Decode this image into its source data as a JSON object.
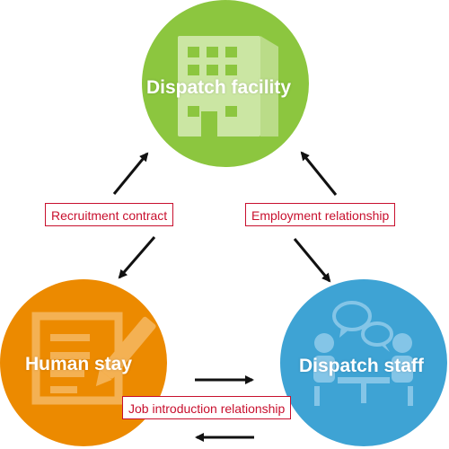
{
  "nodes": {
    "facility": {
      "label": "Dispatch facility",
      "color": "#8cc63f",
      "icon": "building-icon"
    },
    "human": {
      "label": "Human stay",
      "color": "#ec8a00",
      "icon": "document-pen-icon"
    },
    "staff": {
      "label": "Dispatch staff",
      "color": "#3ea3d4",
      "icon": "meeting-people-icon"
    }
  },
  "edges": {
    "recruitment": "Recruitment contract",
    "employment": "Employment relationship",
    "job_intro": "Job introduction relationship"
  },
  "colors": {
    "label_border": "#c8102e",
    "arrow": "#111111"
  }
}
